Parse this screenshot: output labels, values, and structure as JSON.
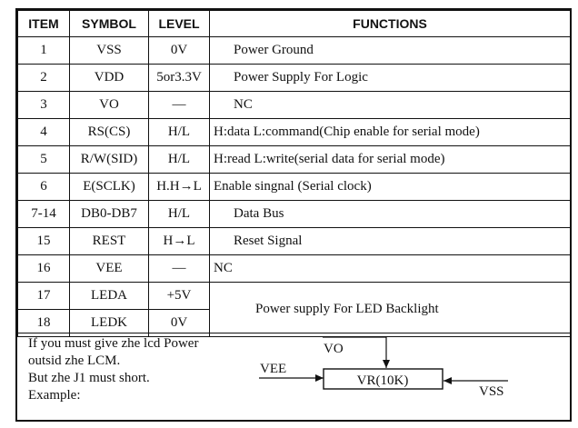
{
  "headers": {
    "item": "ITEM",
    "symbol": "SYMBOL",
    "level": "LEVEL",
    "functions": "FUNCTIONS"
  },
  "rows": [
    {
      "item": "1",
      "symbol": "VSS",
      "level": "0V",
      "function": "Power Ground"
    },
    {
      "item": "2",
      "symbol": "VDD",
      "level": "5or3.3V",
      "function": "Power Supply For Logic"
    },
    {
      "item": "3",
      "symbol": "VO",
      "level": "—",
      "function": "NC"
    },
    {
      "item": "4",
      "symbol": "RS(CS)",
      "level": "H/L",
      "function": "H:data   L:command(Chip enable for serial mode)"
    },
    {
      "item": "5",
      "symbol": "R/W(SID)",
      "level": "H/L",
      "function": "H:read   L:write(serial data for serial mode)"
    },
    {
      "item": "6",
      "symbol": "E(SCLK)",
      "level": "H.H→L",
      "function": "Enable singnal (Serial clock)"
    },
    {
      "item": "7-14",
      "symbol": "DB0-DB7",
      "level": "H/L",
      "function": "Data Bus"
    },
    {
      "item": "15",
      "symbol": "REST",
      "level": "H→L",
      "function": "Reset Signal"
    },
    {
      "item": "16",
      "symbol": "VEE",
      "level": "—",
      "function": "NC"
    },
    {
      "item": "17",
      "symbol": "LEDA",
      "level": "+5V"
    },
    {
      "item": "18",
      "symbol": "LEDK",
      "level": "0V"
    }
  ],
  "backlight_function": "Power supply For LED Backlight",
  "note": {
    "line1": "If you must give zhe lcd Power",
    "line2": "outsid zhe LCM.",
    "line3": "But zhe J1 must short.",
    "line4": "Example:"
  },
  "diagram": {
    "vo": "VO",
    "vee": "VEE",
    "resistor": "VR(10K)",
    "vss": "VSS"
  }
}
